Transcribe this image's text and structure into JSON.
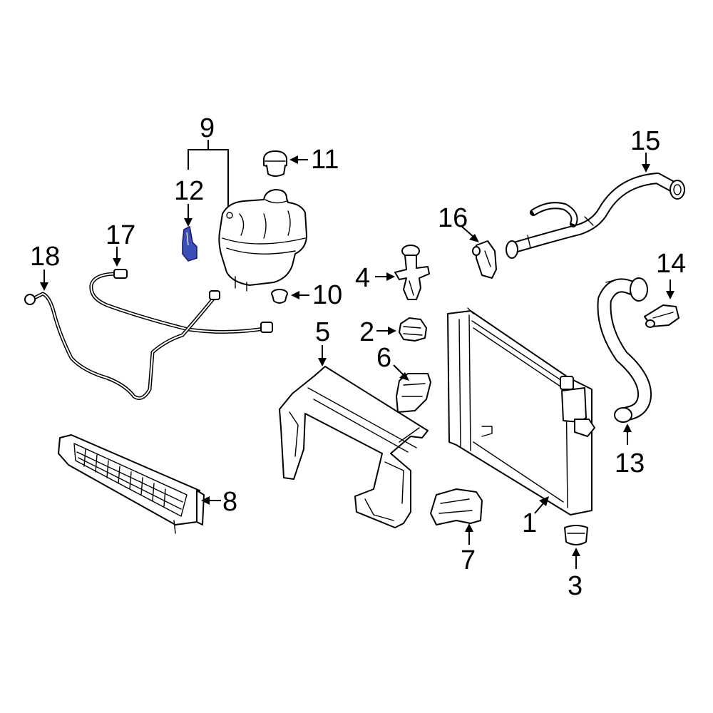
{
  "colors": {
    "line": "#000000",
    "background": "#ffffff",
    "highlight_part": "#3a4fb8"
  },
  "highlighted_part": "12",
  "callouts": [
    "1",
    "2",
    "3",
    "4",
    "5",
    "6",
    "7",
    "8",
    "9",
    "10",
    "11",
    "12",
    "13",
    "14",
    "15",
    "16",
    "17",
    "18"
  ]
}
